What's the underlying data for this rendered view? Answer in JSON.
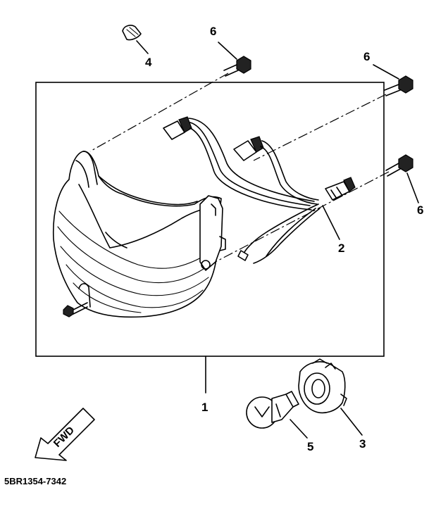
{
  "diagram": {
    "callouts": {
      "p1": "1",
      "p2": "2",
      "p3": "3",
      "p4": "4",
      "p5": "5",
      "p6a": "6",
      "p6b": "6",
      "p6c": "6"
    },
    "direction_arrow_label": "FWD",
    "diagram_code": "5BR1354-7342"
  }
}
